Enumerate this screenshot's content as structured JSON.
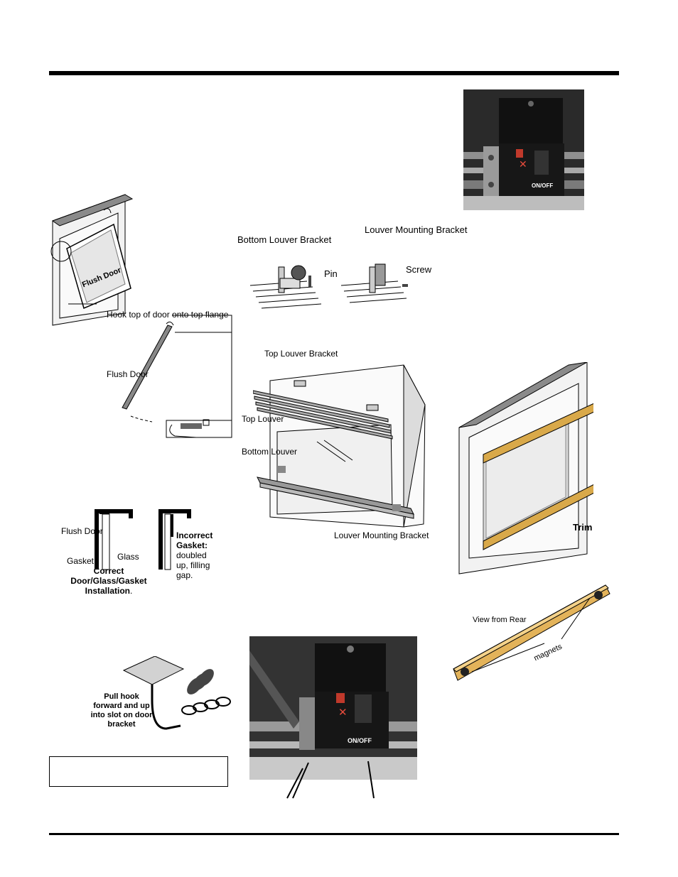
{
  "figures": {
    "flush_door_top": {
      "door_label": "Flush Door"
    },
    "hook_door": {
      "hook_label": "Hook top of door onto top flange",
      "door_label": "Flush Door"
    },
    "louver_brackets": {
      "bottom_bracket": "Bottom Louver Bracket",
      "pin": "Pin",
      "mounting_bracket": "Louver Mounting Bracket",
      "screw": "Screw"
    },
    "louver_install": {
      "top_bracket": "Top Louver Bracket",
      "top_louver": "Top Louver",
      "bottom_louver": "Bottom Louver",
      "mounting_bracket": "Louver Mounting Bracket"
    },
    "gasket": {
      "flush_door": "Flush Door",
      "gasket": "Gasket",
      "glass": "Glass",
      "correct": "Correct Door/Glass/Gasket Installation",
      "correct_suffix": ".",
      "incorrect_title": "Incorrect Gasket:",
      "incorrect_body": "doubled up, filling gap."
    },
    "hook_slot": {
      "caption": "Pull hook forward and up into slot on door bracket"
    },
    "trim_frame": {
      "trim_label": "Trim"
    },
    "trim_rear": {
      "view_label": "View from Rear",
      "magnets_label": "magnets"
    },
    "switch_photo": {
      "switch_text": "ON/OFF"
    }
  },
  "colors": {
    "rule": "#000000",
    "trim_wood": "#d9a94a",
    "photo_dark": "#1e1e1e"
  }
}
